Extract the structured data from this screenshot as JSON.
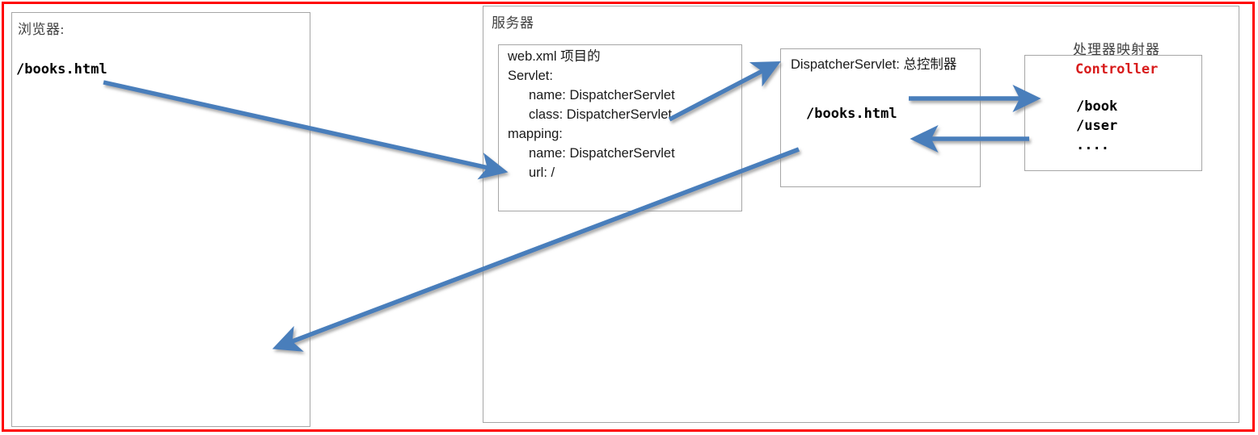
{
  "frame": {
    "border_color": "#FF0000"
  },
  "browser_panel": {
    "label": "浏览器:",
    "request_url": "/books.html"
  },
  "server_panel": {
    "label": "服务器"
  },
  "webxml_box": {
    "lines": [
      "web.xml 项目的",
      "Servlet:",
      "name: DispatcherServlet",
      "class: DispatcherServlet",
      "mapping:",
      "name: DispatcherServlet",
      "url: /"
    ]
  },
  "dispatcher_box": {
    "title": "DispatcherServlet: 总控制器",
    "url": "/books.html"
  },
  "handler_mapping": {
    "caption": "处理器映射器",
    "controller_label": "Controller",
    "controller_color": "#D81C1C",
    "mappings": [
      "/book",
      "/user",
      "...."
    ]
  },
  "arrows": {
    "color": "#4A7EBB",
    "items": [
      {
        "name": "browser-to-webxml",
        "label": ""
      },
      {
        "name": "webxml-to-dispatcher",
        "label": ""
      },
      {
        "name": "dispatcher-to-controller",
        "label": ""
      },
      {
        "name": "controller-to-dispatcher",
        "label": ""
      },
      {
        "name": "dispatcher-to-browser",
        "label": ""
      }
    ]
  }
}
